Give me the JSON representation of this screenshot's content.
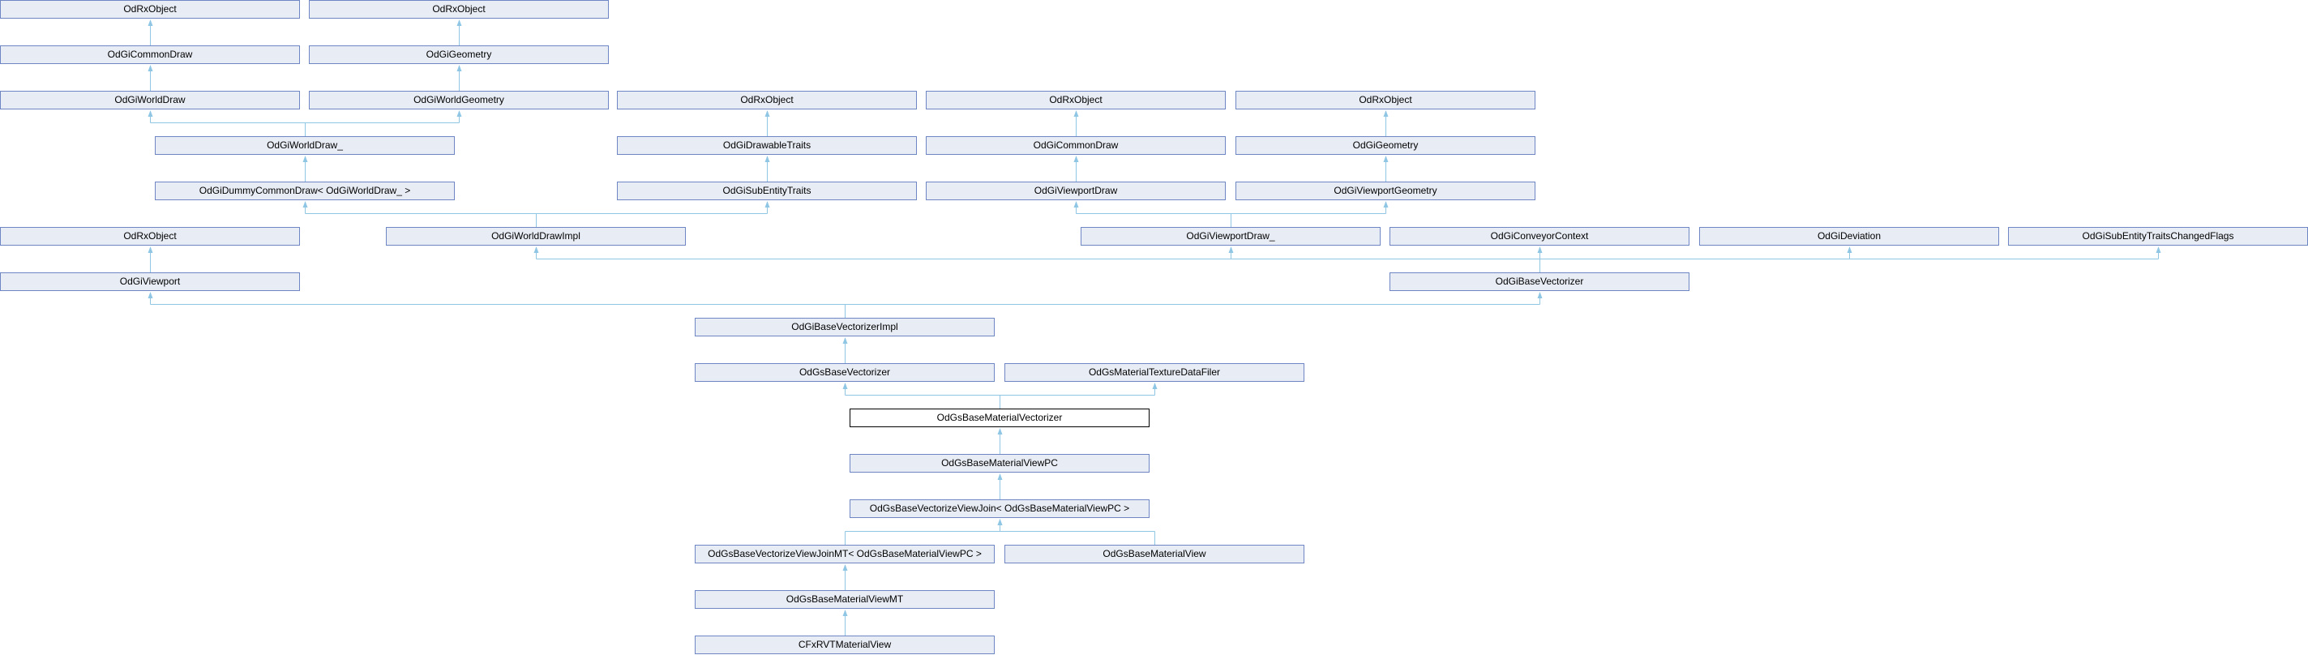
{
  "diagram": {
    "type": "inheritance-graph",
    "focus_node": "n25",
    "colors": {
      "node_fill": "#e8ecf4",
      "node_border": "#6f86c4",
      "edge": "#8fc6e4",
      "current_fill": "#ffffff",
      "current_border": "#000000"
    },
    "nodes": [
      {
        "id": "n0",
        "label": "OdRxObject"
      },
      {
        "id": "n1",
        "label": "OdRxObject"
      },
      {
        "id": "n2",
        "label": "OdGiCommonDraw"
      },
      {
        "id": "n3",
        "label": "OdGiGeometry"
      },
      {
        "id": "n4",
        "label": "OdGiWorldDraw"
      },
      {
        "id": "n5",
        "label": "OdGiWorldGeometry"
      },
      {
        "id": "n6",
        "label": "OdRxObject"
      },
      {
        "id": "n7",
        "label": "OdRxObject"
      },
      {
        "id": "n8",
        "label": "OdRxObject"
      },
      {
        "id": "n9",
        "label": "OdGiWorldDraw_"
      },
      {
        "id": "n10",
        "label": "OdGiDrawableTraits"
      },
      {
        "id": "n11",
        "label": "OdGiCommonDraw"
      },
      {
        "id": "n12",
        "label": "OdGiGeometry"
      },
      {
        "id": "n13",
        "label": "OdGiDummyCommonDraw< OdGiWorldDraw_ >"
      },
      {
        "id": "n14",
        "label": "OdGiSubEntityTraits"
      },
      {
        "id": "n15",
        "label": "OdGiViewportDraw"
      },
      {
        "id": "n16",
        "label": "OdGiViewportGeometry"
      },
      {
        "id": "n17",
        "label": "OdRxObject"
      },
      {
        "id": "n18",
        "label": "OdGiWorldDrawImpl"
      },
      {
        "id": "n19",
        "label": "OdGiViewportDraw_"
      },
      {
        "id": "n20",
        "label": "OdGiConveyorContext"
      },
      {
        "id": "n21",
        "label": "OdGiDeviation"
      },
      {
        "id": "n22",
        "label": "OdGiSubEntityTraitsChangedFlags"
      },
      {
        "id": "n23",
        "label": "OdGiViewport"
      },
      {
        "id": "n24",
        "label": "OdGiBaseVectorizer"
      },
      {
        "id": "n26",
        "label": "OdGiBaseVectorizerImpl"
      },
      {
        "id": "n27",
        "label": "OdGsBaseVectorizer"
      },
      {
        "id": "n28",
        "label": "OdGsMaterialTextureDataFiler"
      },
      {
        "id": "n25",
        "label": "OdGsBaseMaterialVectorizer"
      },
      {
        "id": "n29",
        "label": "OdGsBaseMaterialViewPC"
      },
      {
        "id": "n30",
        "label": "OdGsBaseVectorizeViewJoin< OdGsBaseMaterialViewPC >"
      },
      {
        "id": "n31",
        "label": "OdGsBaseVectorizeViewJoinMT< OdGsBaseMaterialViewPC >"
      },
      {
        "id": "n32",
        "label": "OdGsBaseMaterialView"
      },
      {
        "id": "n33",
        "label": "OdGsBaseMaterialViewMT"
      },
      {
        "id": "n34",
        "label": "CFxRVTMaterialView"
      }
    ],
    "edges": [
      [
        "n2",
        "n0"
      ],
      [
        "n3",
        "n1"
      ],
      [
        "n4",
        "n2"
      ],
      [
        "n5",
        "n3"
      ],
      [
        "n9",
        "n4"
      ],
      [
        "n9",
        "n5"
      ],
      [
        "n13",
        "n9"
      ],
      [
        "n10",
        "n6"
      ],
      [
        "n14",
        "n10"
      ],
      [
        "n11",
        "n7"
      ],
      [
        "n15",
        "n11"
      ],
      [
        "n12",
        "n8"
      ],
      [
        "n16",
        "n12"
      ],
      [
        "n18",
        "n13"
      ],
      [
        "n18",
        "n14"
      ],
      [
        "n19",
        "n15"
      ],
      [
        "n19",
        "n16"
      ],
      [
        "n23",
        "n17"
      ],
      [
        "n24",
        "n18"
      ],
      [
        "n24",
        "n19"
      ],
      [
        "n24",
        "n20"
      ],
      [
        "n24",
        "n21"
      ],
      [
        "n24",
        "n22"
      ],
      [
        "n26",
        "n23"
      ],
      [
        "n26",
        "n24"
      ],
      [
        "n27",
        "n26"
      ],
      [
        "n25",
        "n27"
      ],
      [
        "n25",
        "n28"
      ],
      [
        "n29",
        "n25"
      ],
      [
        "n30",
        "n29"
      ],
      [
        "n31",
        "n30"
      ],
      [
        "n32",
        "n30"
      ],
      [
        "n33",
        "n31"
      ],
      [
        "n34",
        "n33"
      ]
    ]
  }
}
